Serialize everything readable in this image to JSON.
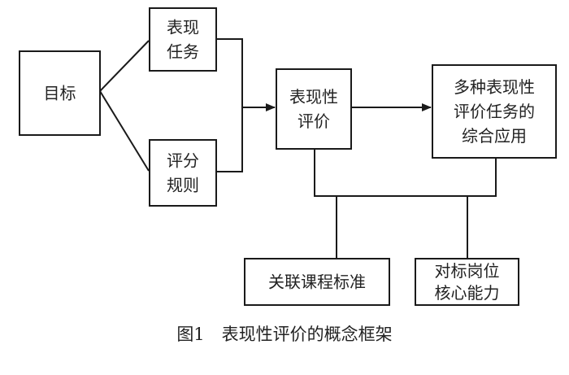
{
  "nodes": {
    "goal": {
      "lines": [
        "目标"
      ]
    },
    "performance_task": {
      "lines": [
        "表现",
        "任务"
      ]
    },
    "scoring_rules": {
      "lines": [
        "评分",
        "规则"
      ]
    },
    "performance_assessment": {
      "lines": [
        "表现性",
        "评价"
      ]
    },
    "multi_task_application": {
      "lines": [
        "多种表现性",
        "评价任务的",
        "综合应用"
      ]
    },
    "curriculum_standards": {
      "lines": [
        "关联课程标准"
      ]
    },
    "job_competency": {
      "lines": [
        "对标岗位",
        "核心能力"
      ]
    }
  },
  "caption": "图1　表现性评价的概念框架",
  "colors": {
    "stroke": "#1a1a1a",
    "text": "#222222",
    "background": "#ffffff"
  }
}
